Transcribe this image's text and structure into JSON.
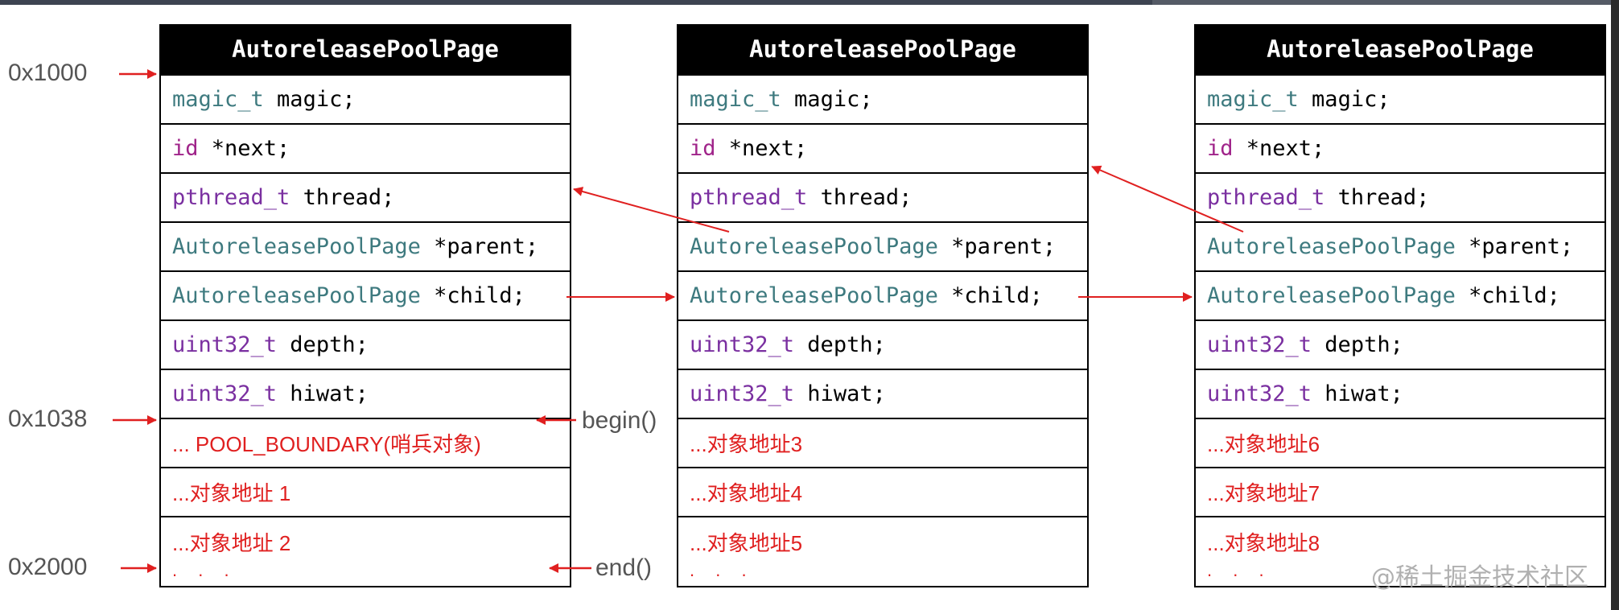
{
  "pages": [
    {
      "title": "AutoreleasePoolPage",
      "fields": [
        {
          "type": "magic_t",
          "rest": " magic;"
        },
        {
          "type": "id",
          "rest": " *next;"
        },
        {
          "type": "pthread_t",
          "rest": " thread;"
        },
        {
          "type": "AutoreleasePoolPage",
          "rest": " *parent;"
        },
        {
          "type": "AutoreleasePoolPage",
          "rest": " *child;"
        },
        {
          "type": "uint32_t",
          "rest": " depth;"
        },
        {
          "type": "uint32_t",
          "rest": " hiwat;"
        }
      ],
      "objects": [
        "... POOL_BOUNDARY(哨兵对象)",
        "...对象地址 1",
        "...对象地址 2"
      ],
      "ellipsis": ". . ."
    },
    {
      "title": "AutoreleasePoolPage",
      "fields": [
        {
          "type": "magic_t",
          "rest": " magic;"
        },
        {
          "type": "id",
          "rest": " *next;"
        },
        {
          "type": "pthread_t",
          "rest": " thread;"
        },
        {
          "type": "AutoreleasePoolPage",
          "rest": " *parent;"
        },
        {
          "type": "AutoreleasePoolPage",
          "rest": " *child;"
        },
        {
          "type": "uint32_t",
          "rest": " depth;"
        },
        {
          "type": "uint32_t",
          "rest": " hiwat;"
        }
      ],
      "objects": [
        "...对象地址3",
        "...对象地址4",
        "...对象地址5"
      ],
      "ellipsis": ". . ."
    },
    {
      "title": "AutoreleasePoolPage",
      "fields": [
        {
          "type": "magic_t",
          "rest": " magic;"
        },
        {
          "type": "id",
          "rest": " *next;"
        },
        {
          "type": "pthread_t",
          "rest": " thread;"
        },
        {
          "type": "AutoreleasePoolPage",
          "rest": " *parent;"
        },
        {
          "type": "AutoreleasePoolPage",
          "rest": " *child;"
        },
        {
          "type": "uint32_t",
          "rest": " depth;"
        },
        {
          "type": "uint32_t",
          "rest": " hiwat;"
        }
      ],
      "objects": [
        "...对象地址6",
        "...对象地址7",
        "...对象地址8"
      ],
      "ellipsis": ". . ."
    }
  ],
  "addresses": {
    "start": "0x1000",
    "begin": "0x1038",
    "end": "0x2000"
  },
  "pointers": {
    "begin": "begin()",
    "end": "end()"
  },
  "watermark": "@稀土掘金技术社区",
  "colors": {
    "arrow": "#e02020",
    "type_teal": "#3e7a7f",
    "type_purple": "#7a2fa0",
    "type_magenta": "#a0248a",
    "object_text": "#e02020"
  }
}
